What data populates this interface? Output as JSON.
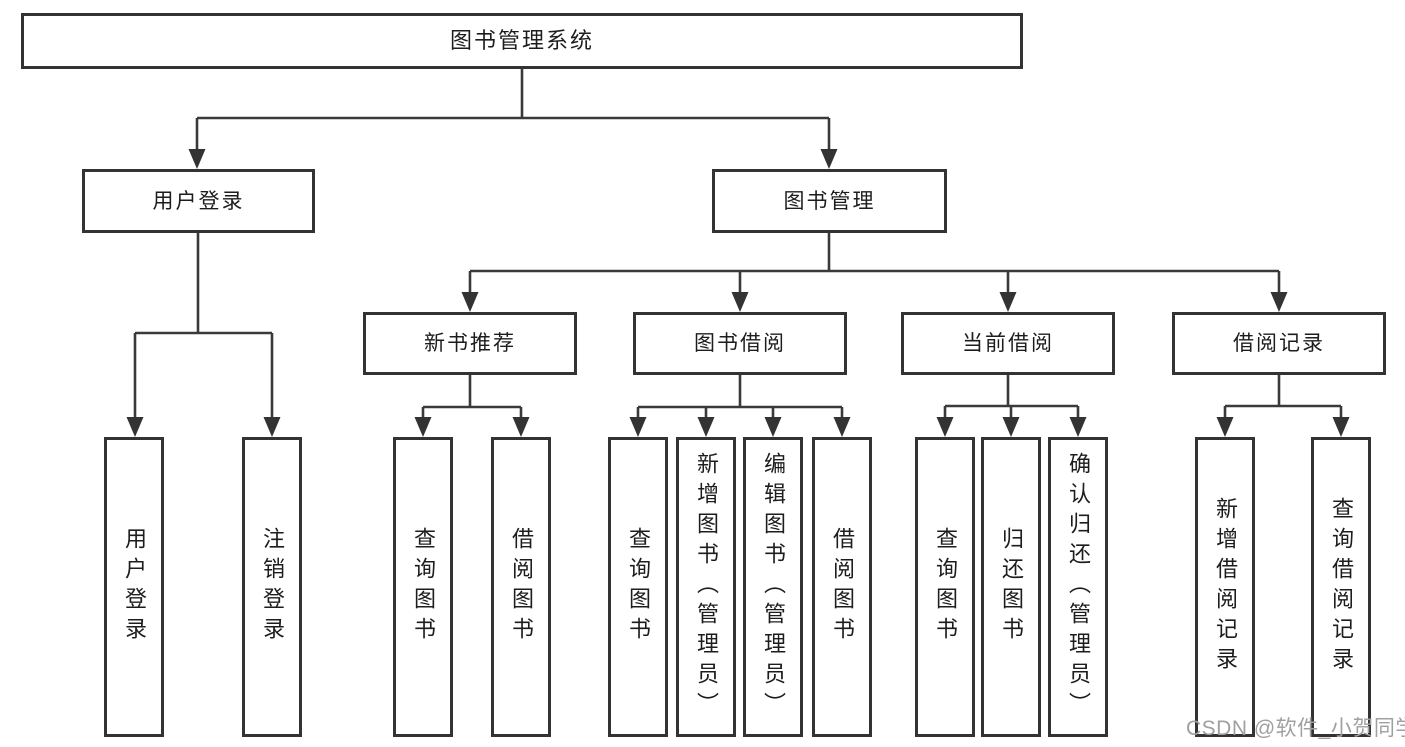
{
  "diagram": {
    "root": {
      "label": "图书管理系统"
    },
    "level1": [
      {
        "id": "user-login",
        "label": "用户登录"
      },
      {
        "id": "book-management",
        "label": "图书管理"
      }
    ],
    "level2": [
      {
        "id": "new-book-recommend",
        "parent": "book-management",
        "label": "新书推荐"
      },
      {
        "id": "book-borrow",
        "parent": "book-management",
        "label": "图书借阅"
      },
      {
        "id": "current-borrow",
        "parent": "book-management",
        "label": "当前借阅"
      },
      {
        "id": "borrow-records",
        "parent": "book-management",
        "label": "借阅记录"
      }
    ],
    "leaves": [
      {
        "id": "leaf-user-login",
        "parent": "user-login",
        "label": "用户登录"
      },
      {
        "id": "leaf-logout",
        "parent": "user-login",
        "label": "注销登录"
      },
      {
        "id": "leaf-query-book-recommend",
        "parent": "new-book-recommend",
        "label": "查询图书"
      },
      {
        "id": "leaf-borrow-book-recommend",
        "parent": "new-book-recommend",
        "label": "借阅图书"
      },
      {
        "id": "leaf-query-book-borrow",
        "parent": "book-borrow",
        "label": "查询图书"
      },
      {
        "id": "leaf-add-book-admin",
        "parent": "book-borrow",
        "label": "新增图书（管理员）"
      },
      {
        "id": "leaf-edit-book-admin",
        "parent": "book-borrow",
        "label": "编辑图书（管理员）"
      },
      {
        "id": "leaf-borrow-book",
        "parent": "book-borrow",
        "label": "借阅图书"
      },
      {
        "id": "leaf-query-book-current",
        "parent": "current-borrow",
        "label": "查询图书"
      },
      {
        "id": "leaf-return-book",
        "parent": "current-borrow",
        "label": "归还图书"
      },
      {
        "id": "leaf-confirm-return-admin",
        "parent": "current-borrow",
        "label": "确认归还（管理员）"
      },
      {
        "id": "leaf-add-borrow-record",
        "parent": "borrow-records",
        "label": "新增借阅记录"
      },
      {
        "id": "leaf-query-borrow-record",
        "parent": "borrow-records",
        "label": "查询借阅记录"
      }
    ]
  },
  "watermark": "CSDN @软件_小贺同学",
  "colors": {
    "background": "#ffffff",
    "box_border": "#333333",
    "box_fill": "#ffffff",
    "line": "#3a3a3a",
    "text": "#1d1d1d",
    "watermark": "#a0a0a0"
  }
}
